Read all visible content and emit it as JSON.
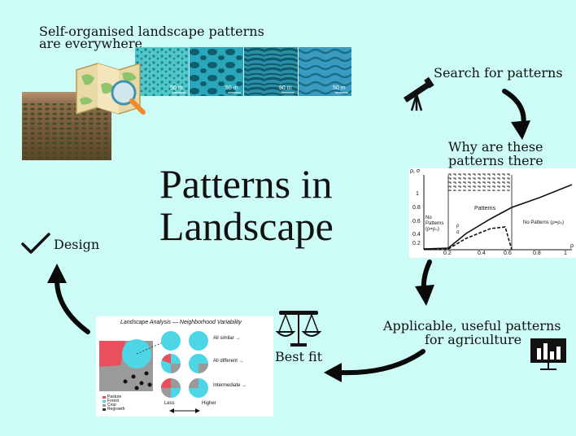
{
  "title": {
    "line1": "Patterns in",
    "line2": "Landscape"
  },
  "steps": {
    "selforg_line1": "Self-organised landscape patterns",
    "selforg_line2": "are everywhere",
    "search": "Search for patterns",
    "why_line1": "Why are these",
    "why_line2": "patterns there",
    "applicable_line1": "Applicable, useful patterns",
    "applicable_line2": "for agriculture",
    "best_fit": "Best fit",
    "design": "Design"
  },
  "aerial_scales": [
    "50 m",
    "50 m",
    "50 m",
    "50 m"
  ],
  "plot": {
    "y_axis_label": "ρ, σ",
    "x_axis_label": "ρ",
    "y_ticks": [
      "1",
      "0.8",
      "0.6",
      "0.4",
      "0.2"
    ],
    "x_ticks": [
      "0.2",
      "0.4",
      "0.6",
      "0.8",
      "1"
    ],
    "region_left": "No Patterns (ρ=ρ₀)",
    "region_mid": "Patterns",
    "region_right": "No Patterns (ρ=ρ₀)",
    "legend": [
      "ρ",
      "σ"
    ]
  },
  "analysis": {
    "title": "Landscape Analysis — Neighborhood Variability",
    "labels": [
      "All similar →",
      "All different →",
      "Intermediate →"
    ],
    "legend": [
      "Pasture",
      "Forest",
      "Crop",
      "Regrowth"
    ],
    "axis_left": "Less",
    "axis_right": "Higher"
  },
  "colors": {
    "background": "#cdfbf6",
    "arrow": "#0a0a0a",
    "pie_cyan": "#4fd6e6",
    "pie_red": "#e8505b",
    "pie_grey": "#9a9a9a"
  }
}
